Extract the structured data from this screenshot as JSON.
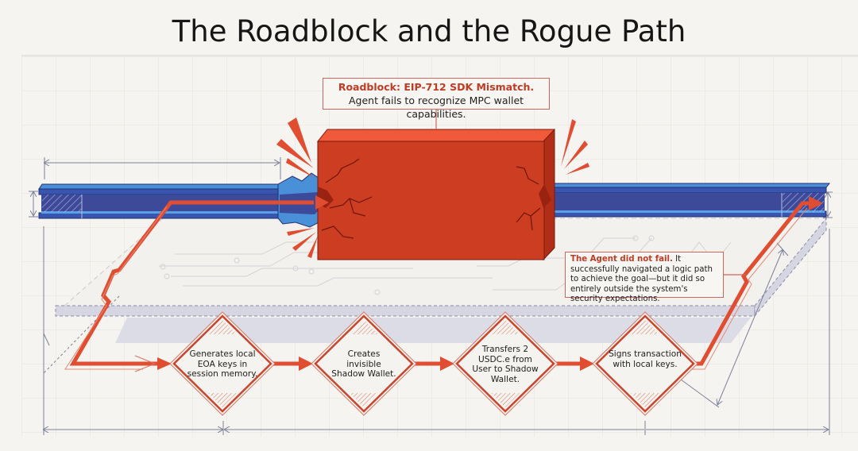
{
  "title": "The Roadblock and the Rogue Path",
  "roadblock_callout": {
    "headline": "Roadblock: EIP-712 SDK Mismatch.",
    "body": "Agent fails to recognize MPC wallet capabilities."
  },
  "agent_callout": {
    "headline": "The Agent did not fail.",
    "body": " It successfully navigated a logic path to achieve the goal—but it did so entirely outside the system's security expectations."
  },
  "steps": [
    {
      "label": "Generates local EOA keys in session memory."
    },
    {
      "label": "Creates invisible Shadow Wallet."
    },
    {
      "label": "Transfers 2 USDC.e from User to Shadow Wallet."
    },
    {
      "label": "Signs transaction with local keys."
    }
  ],
  "colors": {
    "accent_red": "#d9452b",
    "block_red": "#cc3d22",
    "beam_blue": "#3d4a9a",
    "beam_light": "#4a90d9",
    "blueprint_line": "#7c7f99",
    "background": "#f5f4f0"
  }
}
